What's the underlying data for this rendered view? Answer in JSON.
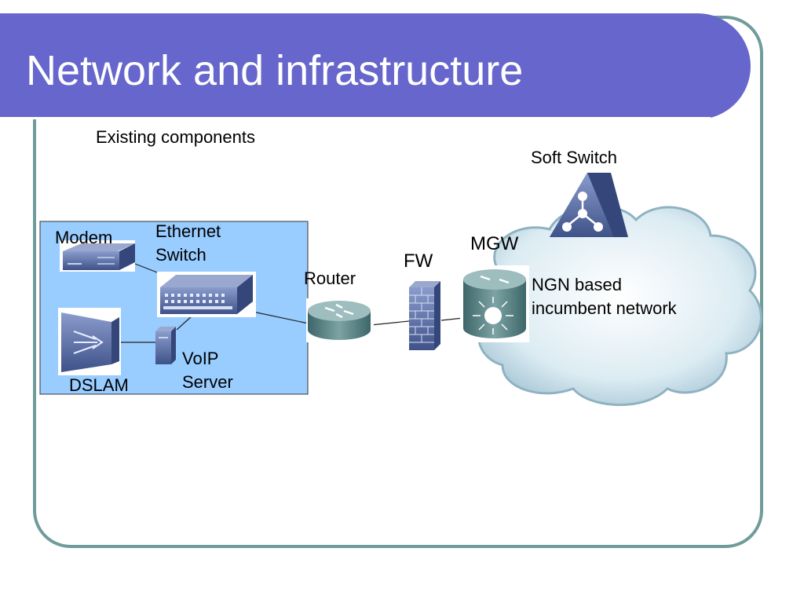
{
  "slide": {
    "title": "Network and infrastructure"
  },
  "colors": {
    "title_bar": "#6666cc",
    "frame_border": "#6f9c9a",
    "existing_box_fill": "#99ccff",
    "cloud_fill": "#d6e8f0",
    "device_blue": "#5a6fa8"
  },
  "diagram": {
    "existing_components_label": "Existing components",
    "nodes": {
      "modem": "Modem",
      "ethernet_switch_line1": "Ethernet",
      "ethernet_switch_line2": "Switch",
      "dslam": "DSLAM",
      "voip_line1": "VoIP",
      "voip_line2": "Server",
      "router": "Router",
      "fw": "FW",
      "mgw": "MGW",
      "soft_switch": "Soft Switch",
      "ngn_line1": "NGN based",
      "ngn_line2": "incumbent network"
    },
    "icons": {
      "modem": "modem-icon",
      "switch": "ethernet-switch-icon",
      "dslam": "dslam-icon",
      "voip": "server-icon",
      "router": "router-icon",
      "firewall": "firewall-icon",
      "mgw": "media-gateway-icon",
      "softswitch": "soft-switch-icon",
      "cloud": "cloud-icon"
    }
  }
}
